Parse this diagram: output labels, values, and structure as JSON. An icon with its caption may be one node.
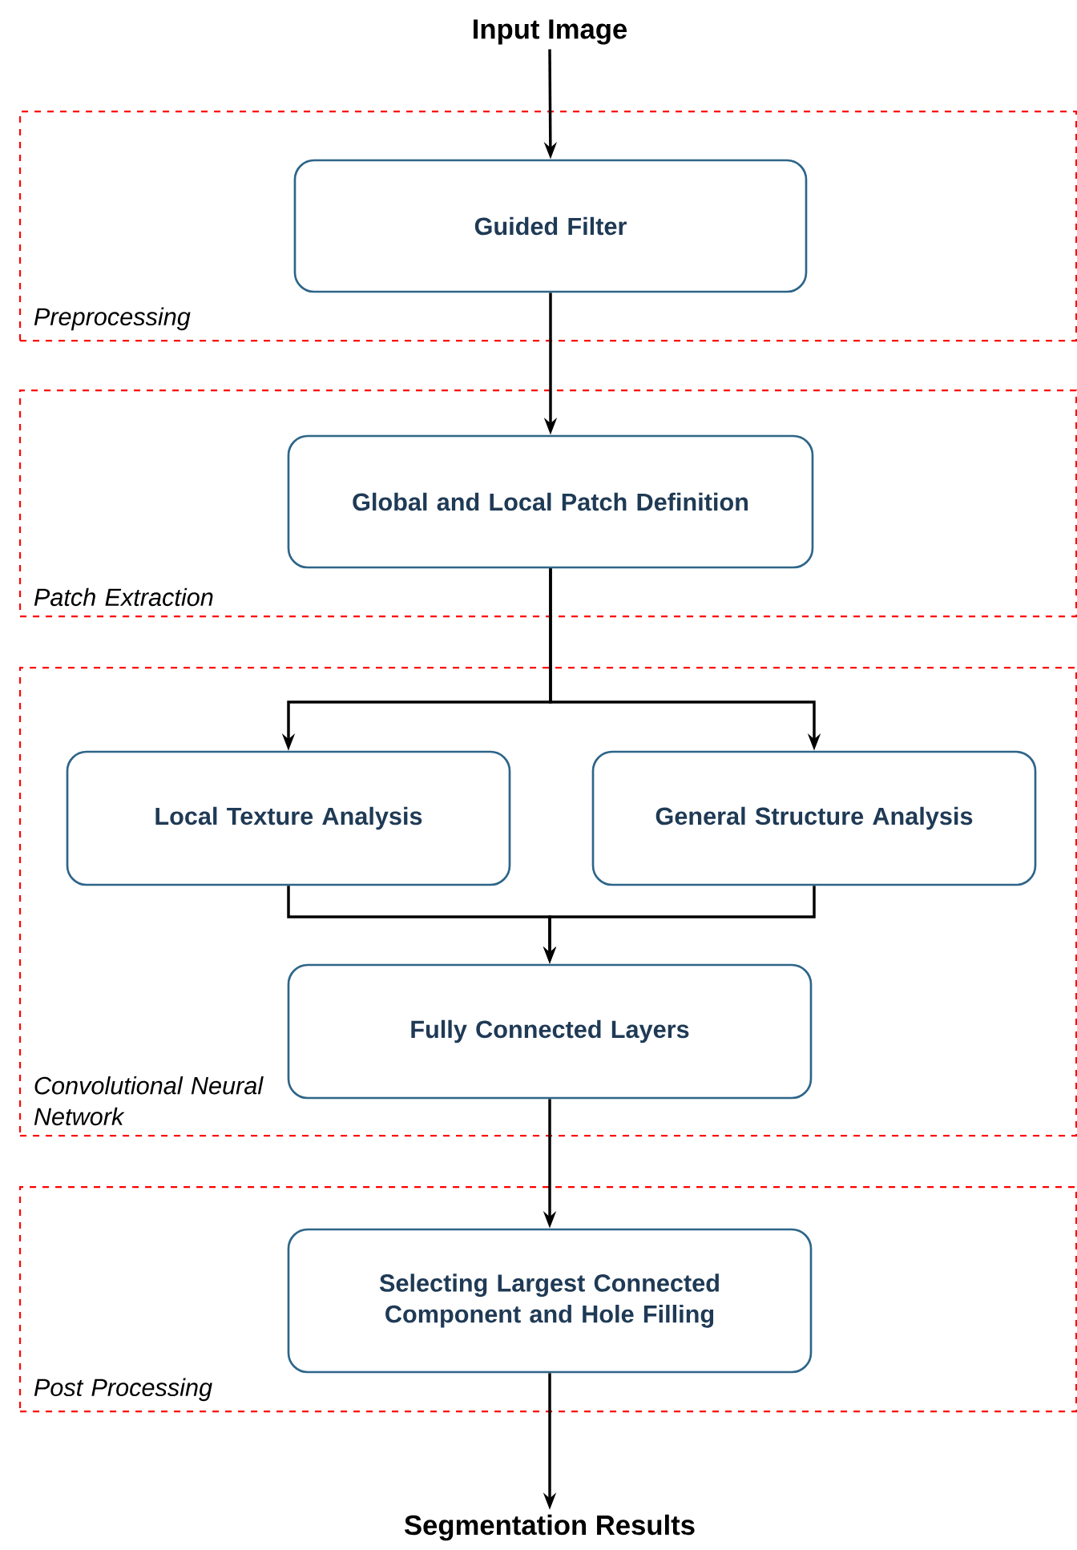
{
  "diagram": {
    "nodes": [
      {
        "text": [
          "Input Image"
        ]
      },
      {
        "text": [
          "Preprocessing"
        ]
      },
      {
        "text": [
          "Guided Filter"
        ],
        "in": 1
      },
      {
        "text": [
          "Patch Extraction"
        ]
      },
      {
        "text": [
          "Global and Local Patch Definition"
        ],
        "in": 3
      },
      {
        "text": [
          "Convolutional Neural Network"
        ]
      },
      {
        "text": [
          "Local Texture Analysis"
        ],
        "in": 5
      },
      {
        "text": [
          "General Structure Analysis"
        ],
        "in": 5
      },
      {
        "text": [
          "Fully Connected Layers"
        ],
        "in": 5
      },
      {
        "text": [
          "Post Processing"
        ]
      },
      {
        "text": [
          "Selecting Largest Connected Component and Hole Filling"
        ],
        "in": 9
      },
      {
        "text": [
          "Segmentation Results"
        ]
      }
    ],
    "edges": [
      {
        "from": 0,
        "to": 2,
        "arrow": "to"
      },
      {
        "from": 2,
        "to": 4,
        "arrow": "to"
      },
      {
        "from": 4,
        "to": 6,
        "arrow": "to"
      },
      {
        "from": 4,
        "to": 7,
        "arrow": "to"
      },
      {
        "from": 6,
        "to": 8,
        "arrow": "to"
      },
      {
        "from": 7,
        "to": 8,
        "arrow": "to"
      },
      {
        "from": 8,
        "to": 10,
        "arrow": "to"
      },
      {
        "from": 10,
        "to": 11,
        "arrow": "to"
      }
    ]
  }
}
